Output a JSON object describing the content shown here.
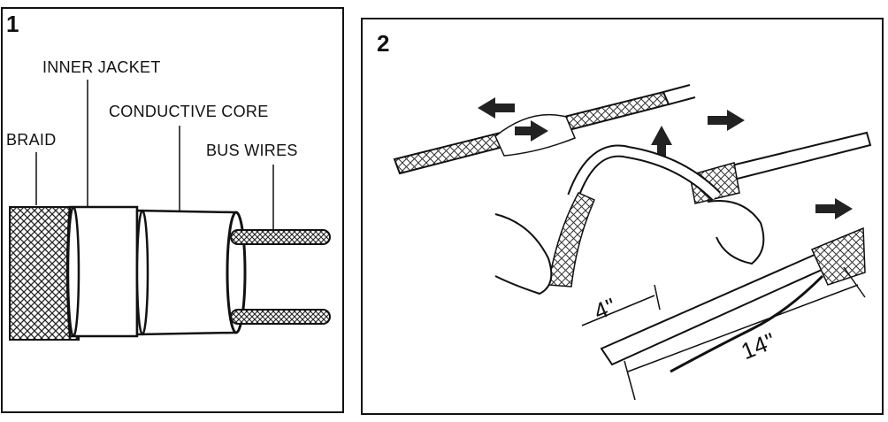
{
  "panels": [
    {
      "number": "1",
      "labels": {
        "inner_jacket": "INNER JACKET",
        "conductive_core": "CONDUCTIVE CORE",
        "braid": "BRAID",
        "bus_wires": "BUS WIRES"
      }
    },
    {
      "number": "2",
      "dimensions": {
        "short": "4\"",
        "long": "14\""
      }
    }
  ]
}
